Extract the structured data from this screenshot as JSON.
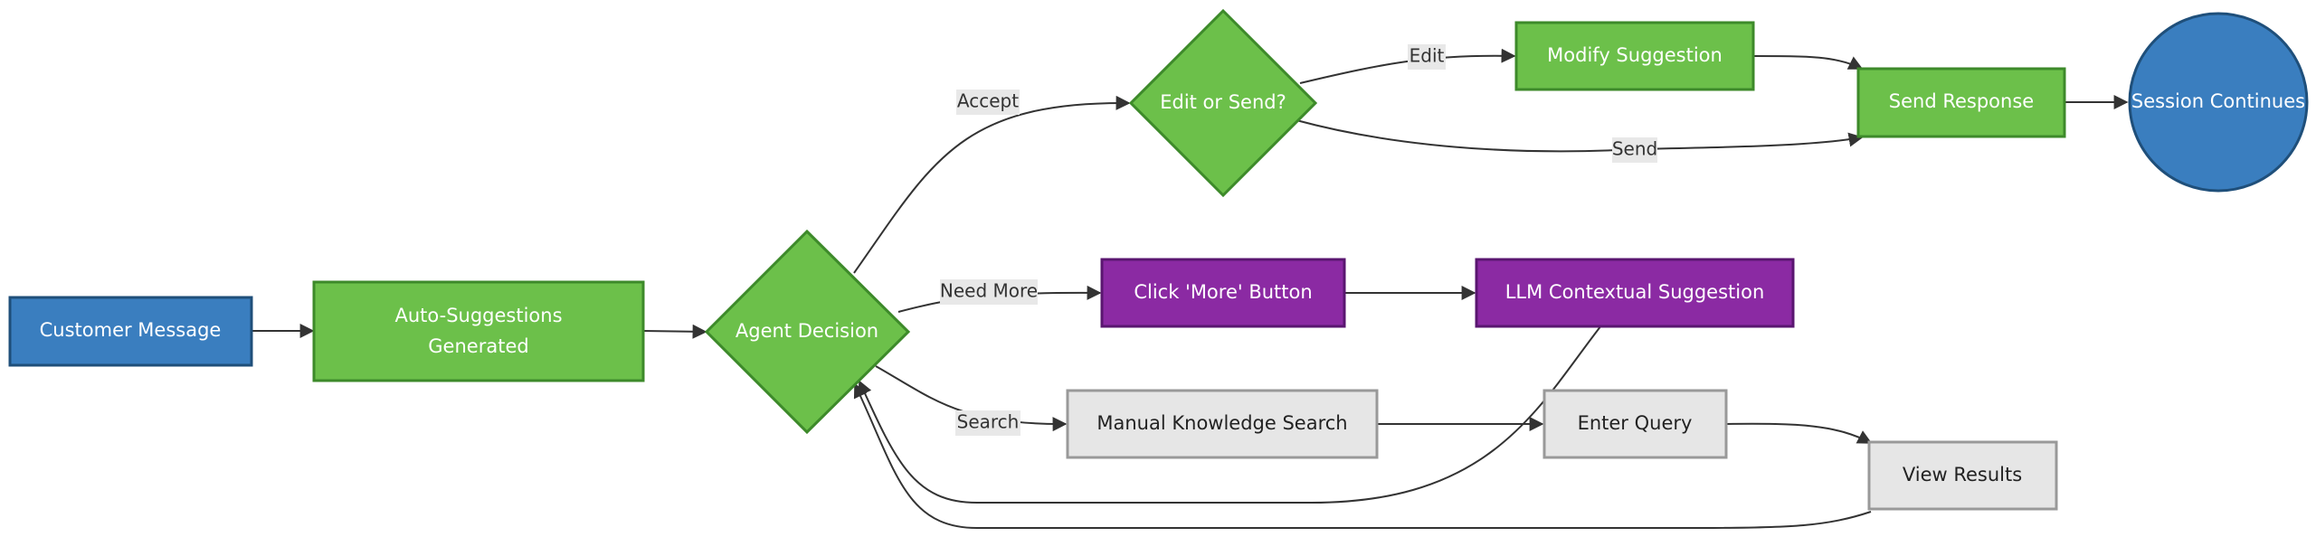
{
  "colors": {
    "blue_fill": "#3a7ebf",
    "blue_stroke": "#1f4f7a",
    "green_fill": "#6cc04a",
    "green_stroke": "#3d8a2a",
    "purple_fill": "#8b2aa3",
    "purple_stroke": "#5a1670",
    "gray_fill": "#e6e6e6",
    "gray_stroke": "#999999",
    "edge": "#333333",
    "label_bg": "#e8e8e8"
  },
  "nodes": {
    "customer_message": {
      "label": "Customer Message",
      "style": "blue"
    },
    "auto_suggestions": {
      "label_line1": "Auto-Suggestions",
      "label_line2": "Generated",
      "style": "green"
    },
    "agent_decision": {
      "label": "Agent Decision",
      "style": "green"
    },
    "edit_or_send": {
      "label": "Edit or Send?",
      "style": "green"
    },
    "modify_suggestion": {
      "label": "Modify Suggestion",
      "style": "green"
    },
    "send_response": {
      "label": "Send Response",
      "style": "green"
    },
    "session_continues": {
      "label": "Session Continues",
      "style": "blue"
    },
    "click_more": {
      "label": "Click 'More' Button",
      "style": "purple"
    },
    "llm_suggestion": {
      "label": "LLM Contextual Suggestion",
      "style": "purple"
    },
    "manual_search": {
      "label": "Manual Knowledge Search",
      "style": "gray"
    },
    "enter_query": {
      "label": "Enter Query",
      "style": "gray"
    },
    "view_results": {
      "label": "View Results",
      "style": "gray"
    }
  },
  "edge_labels": {
    "accept": "Accept",
    "edit": "Edit",
    "send": "Send",
    "need_more": "Need More",
    "search": "Search"
  }
}
